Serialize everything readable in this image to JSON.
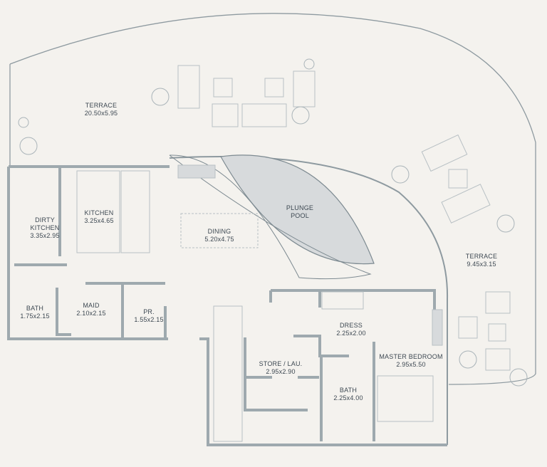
{
  "colors": {
    "background": "#f4f2ee",
    "wall": "#9ea9ae",
    "line": "#b8c0c4",
    "pool": "#d7dadc",
    "text": "#3d4852"
  },
  "rooms": [
    {
      "name": "TERRACE",
      "size": "20.50x5.95"
    },
    {
      "name": "DIRTY KITCHEN",
      "size": "3.35x2.95"
    },
    {
      "name": "KITCHEN",
      "size": "3.25x4.65"
    },
    {
      "name": "DINING",
      "size": "5.20x4.75"
    },
    {
      "name": "PLUNGE POOL",
      "size": ""
    },
    {
      "name": "TERRACE",
      "size": "9.45x3.15"
    },
    {
      "name": "BATH",
      "size": "1.75x2.15"
    },
    {
      "name": "MAID",
      "size": "2.10x2.15"
    },
    {
      "name": "PR.",
      "size": "1.55x2.15"
    },
    {
      "name": "DRESS",
      "size": "2.25x2.00"
    },
    {
      "name": "STORE / LAU.",
      "size": "2.95x2.90"
    },
    {
      "name": "BATH",
      "size": "2.25x4.00"
    },
    {
      "name": "MASTER BEDROOM",
      "size": "2.95x5.50"
    }
  ]
}
